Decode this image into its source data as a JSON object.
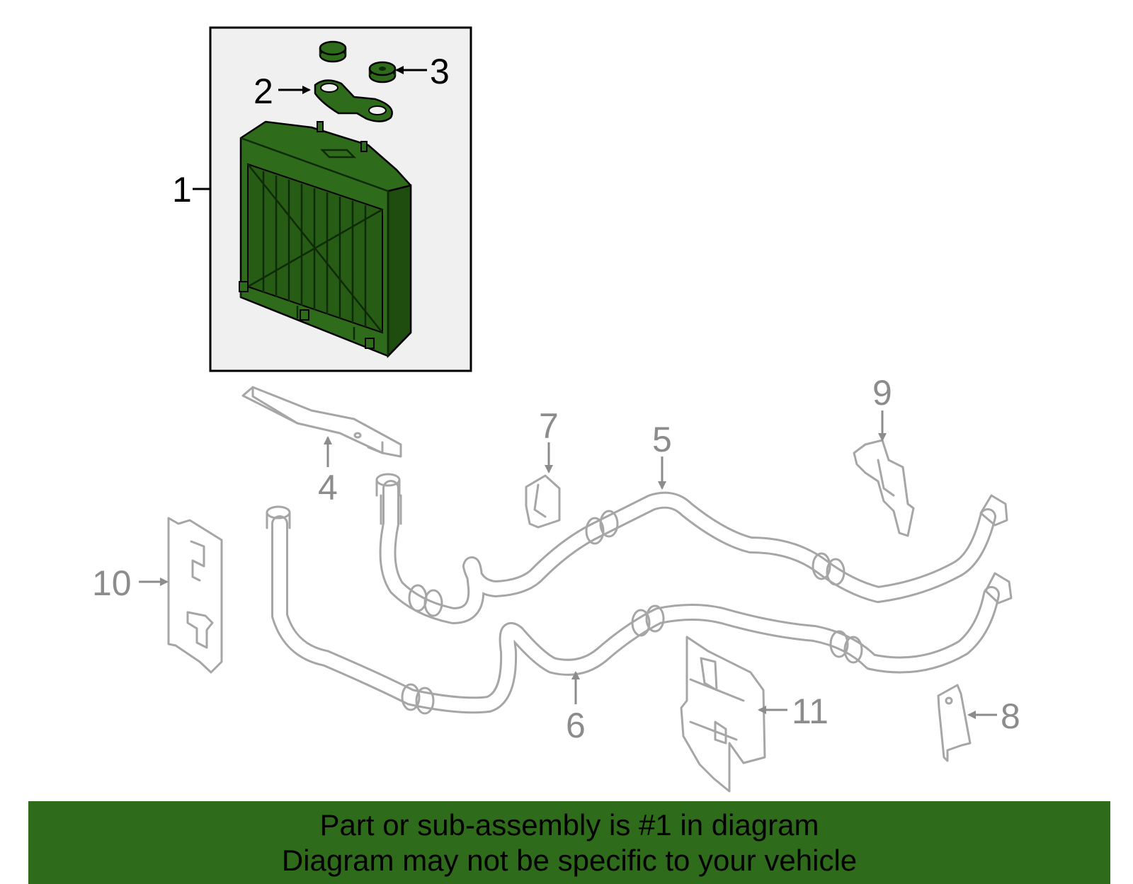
{
  "callouts": {
    "c1": "1",
    "c2": "2",
    "c3": "3",
    "c4": "4",
    "c5": "5",
    "c6": "6",
    "c7": "7",
    "c8": "8",
    "c9": "9",
    "c10": "10",
    "c11": "11"
  },
  "banner": {
    "line1": "Part or sub-assembly is #1 in diagram",
    "line2": "Diagram may not be specific to your vehicle"
  },
  "colors": {
    "highlight": "#2e6b1a",
    "ghost_line": "#a6a6a6",
    "ghost_label": "#8c8c8c",
    "inset_bg": "#f0f0f0"
  }
}
